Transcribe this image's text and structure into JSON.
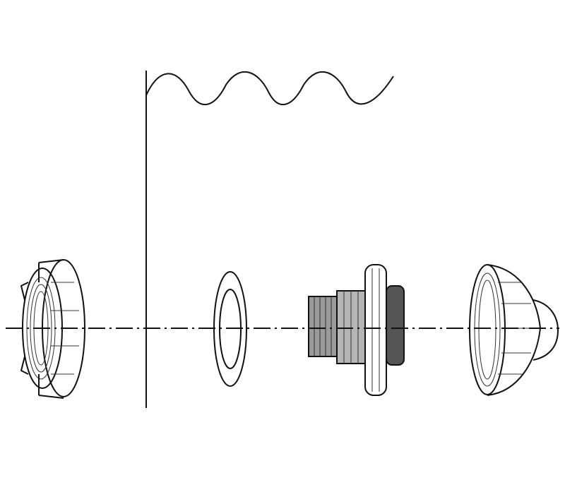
{
  "diagram": {
    "type": "exploded-assembly",
    "colors": {
      "line": "#111111",
      "shade": "#9a9a9a",
      "background": "#ffffff"
    },
    "parts": [
      "lock-nut",
      "pool-wall",
      "gasket",
      "fitting-body",
      "return-cover"
    ]
  }
}
